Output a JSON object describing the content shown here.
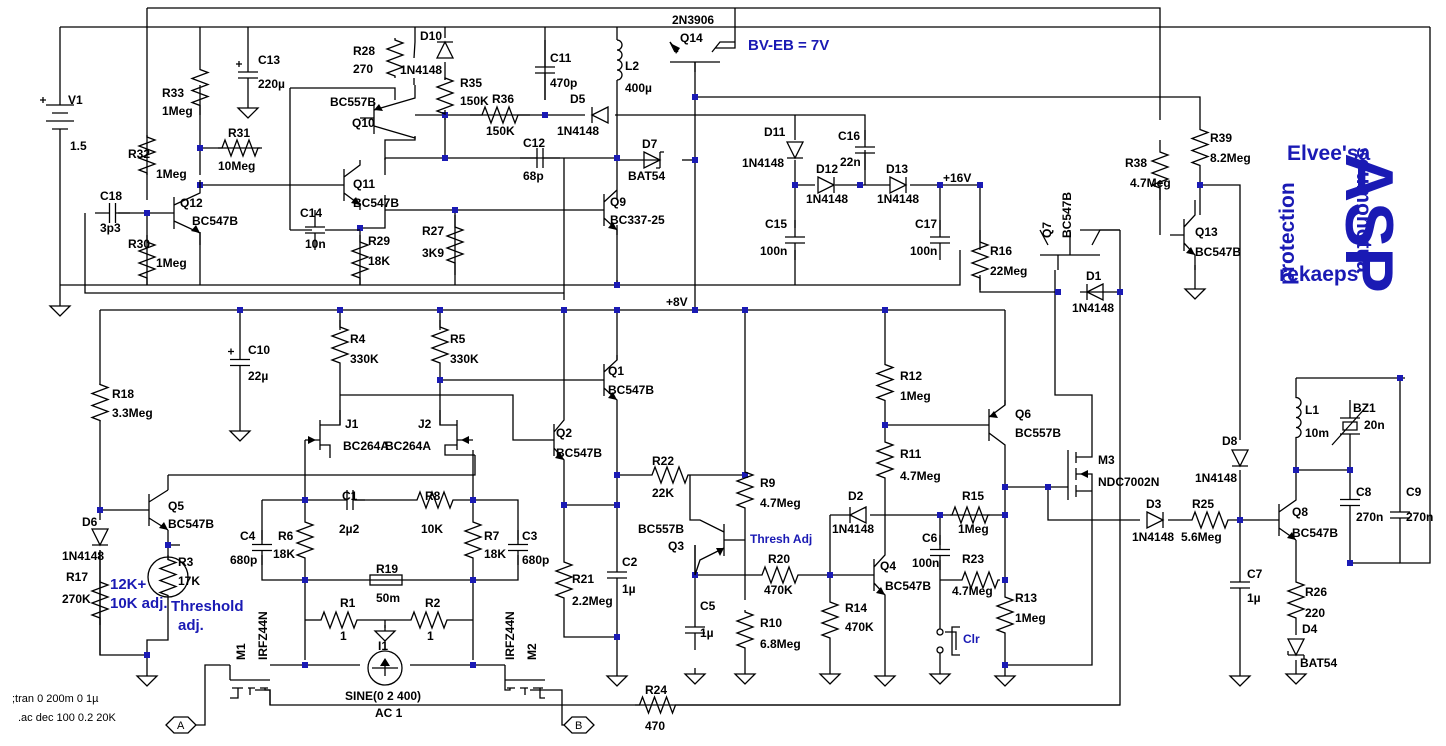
{
  "nodes": {
    "v16": "+16V",
    "v8": "+8V"
  },
  "annotations": {
    "bv": "BV-EB = 7V",
    "thresh": "Thresh Adj",
    "r3note1": "12K+",
    "r3note2": "10K adj.",
    "threshold1": "Threshold",
    "threshold2": "adj.",
    "tran": ";tran 0 200m 0 1µ",
    "ac": ".ac dec 100 0.2 20K",
    "clr": "Clr",
    "portA": "A",
    "portB": "B",
    "logo_top": "Elvee'sa",
    "logo_big": "ASP",
    "logo_left": "protection",
    "logo_bottom": "rekaeps",
    "logo_right": "soumonotua"
  },
  "components": [
    {
      "id": "V1",
      "ref": "V1",
      "value": "1.5"
    },
    {
      "id": "C13",
      "ref": "C13",
      "value": "220µ"
    },
    {
      "id": "R33",
      "ref": "R33",
      "value": "1Meg"
    },
    {
      "id": "R28",
      "ref": "R28",
      "value": "270"
    },
    {
      "id": "D10",
      "ref": "D10",
      "value": "1N4148"
    },
    {
      "id": "R35",
      "ref": "R35",
      "value": "150K"
    },
    {
      "id": "C11",
      "ref": "C11",
      "value": "470p"
    },
    {
      "id": "L2",
      "ref": "L2",
      "value": "400µ"
    },
    {
      "id": "Q14",
      "ref": "Q14",
      "value": "2N3906"
    },
    {
      "id": "Q10",
      "ref": "Q10",
      "value": "BC557B"
    },
    {
      "id": "R36",
      "ref": "R36",
      "value": "150K"
    },
    {
      "id": "D5",
      "ref": "D5",
      "value": "1N4148"
    },
    {
      "id": "R31",
      "ref": "R31",
      "value": "10Meg"
    },
    {
      "id": "R32",
      "ref": "R32",
      "value": "1Meg"
    },
    {
      "id": "C12",
      "ref": "C12",
      "value": "68p"
    },
    {
      "id": "D7",
      "ref": "D7",
      "value": "BAT54"
    },
    {
      "id": "Q11",
      "ref": "Q11",
      "value": "BC547B"
    },
    {
      "id": "Q12",
      "ref": "Q12",
      "value": "BC547B"
    },
    {
      "id": "C18",
      "ref": "C18",
      "value": "3p3"
    },
    {
      "id": "C14",
      "ref": "C14",
      "value": "10n"
    },
    {
      "id": "R29",
      "ref": "R29",
      "value": "18K"
    },
    {
      "id": "R27",
      "ref": "R27",
      "value": "3K9"
    },
    {
      "id": "Q9",
      "ref": "Q9",
      "value": "BC337-25"
    },
    {
      "id": "R30",
      "ref": "R30",
      "value": "1Meg"
    },
    {
      "id": "D11",
      "ref": "D11",
      "value": "1N4148"
    },
    {
      "id": "C16",
      "ref": "C16",
      "value": "22n"
    },
    {
      "id": "D12",
      "ref": "D12",
      "value": "1N4148"
    },
    {
      "id": "D13",
      "ref": "D13",
      "value": "1N4148"
    },
    {
      "id": "C15",
      "ref": "C15",
      "value": "100n"
    },
    {
      "id": "C17",
      "ref": "C17",
      "value": "100n"
    },
    {
      "id": "R16",
      "ref": "R16",
      "value": "22Meg"
    },
    {
      "id": "Q7",
      "ref": "Q7",
      "value": "BC547B"
    },
    {
      "id": "D1",
      "ref": "D1",
      "value": "1N4148"
    },
    {
      "id": "R38",
      "ref": "R38",
      "value": "4.7Meg"
    },
    {
      "id": "R39",
      "ref": "R39",
      "value": "8.2Meg"
    },
    {
      "id": "Q13",
      "ref": "Q13",
      "value": "BC547B"
    },
    {
      "id": "C10",
      "ref": "C10",
      "value": "22µ"
    },
    {
      "id": "R4",
      "ref": "R4",
      "value": "330K"
    },
    {
      "id": "R5",
      "ref": "R5",
      "value": "330K"
    },
    {
      "id": "Q1",
      "ref": "Q1",
      "value": "BC547B"
    },
    {
      "id": "R18",
      "ref": "R18",
      "value": "3.3Meg"
    },
    {
      "id": "J1",
      "ref": "J1",
      "value": "BC264A"
    },
    {
      "id": "J2",
      "ref": "J2",
      "value": "BC264A"
    },
    {
      "id": "Q2",
      "ref": "Q2",
      "value": "BC547B"
    },
    {
      "id": "R12",
      "ref": "R12",
      "value": "1Meg"
    },
    {
      "id": "Q6",
      "ref": "Q6",
      "value": "BC557B"
    },
    {
      "id": "R11",
      "ref": "R11",
      "value": "4.7Meg"
    },
    {
      "id": "M3",
      "ref": "M3",
      "value": "NDC7002N"
    },
    {
      "id": "L1",
      "ref": "L1",
      "value": "10m"
    },
    {
      "id": "BZ1",
      "ref": "BZ1",
      "value": "20n"
    },
    {
      "id": "Q5",
      "ref": "Q5",
      "value": "BC547B"
    },
    {
      "id": "D6",
      "ref": "D6",
      "value": "1N4148"
    },
    {
      "id": "C1",
      "ref": "C1",
      "value": "2µ2"
    },
    {
      "id": "R8",
      "ref": "R8",
      "value": "10K"
    },
    {
      "id": "R9",
      "ref": "R9",
      "value": "4.7Meg"
    },
    {
      "id": "R22",
      "ref": "R22",
      "value": "22K"
    },
    {
      "id": "D2",
      "ref": "D2",
      "value": "1N4148"
    },
    {
      "id": "R15",
      "ref": "R15",
      "value": "1Meg"
    },
    {
      "id": "D8",
      "ref": "D8",
      "value": "1N4148"
    },
    {
      "id": "C4",
      "ref": "C4",
      "value": "680p"
    },
    {
      "id": "R6",
      "ref": "R6",
      "value": "18K"
    },
    {
      "id": "R7",
      "ref": "R7",
      "value": "18K"
    },
    {
      "id": "C3",
      "ref": "C3",
      "value": "680p"
    },
    {
      "id": "Q3",
      "ref": "Q3",
      "value": "BC557B"
    },
    {
      "id": "C6",
      "ref": "C6",
      "value": "100n"
    },
    {
      "id": "D3",
      "ref": "D3",
      "value": "1N4148"
    },
    {
      "id": "R25",
      "ref": "R25",
      "value": "5.6Meg"
    },
    {
      "id": "Q8",
      "ref": "Q8",
      "value": "BC547B"
    },
    {
      "id": "C8",
      "ref": "C8",
      "value": "270n"
    },
    {
      "id": "C9",
      "ref": "C9",
      "value": "270n"
    },
    {
      "id": "R17",
      "ref": "R17",
      "value": "270K"
    },
    {
      "id": "R3",
      "ref": "R3",
      "value": "17K"
    },
    {
      "id": "R19",
      "ref": "R19",
      "value": "50m"
    },
    {
      "id": "R21",
      "ref": "R21",
      "value": "2.2Meg"
    },
    {
      "id": "C2",
      "ref": "C2",
      "value": "1µ"
    },
    {
      "id": "R20",
      "ref": "R20",
      "value": "470K"
    },
    {
      "id": "Q4",
      "ref": "Q4",
      "value": "BC547B"
    },
    {
      "id": "R23",
      "ref": "R23",
      "value": "4.7Meg"
    },
    {
      "id": "R1",
      "ref": "R1",
      "value": "1"
    },
    {
      "id": "R2",
      "ref": "R2",
      "value": "1"
    },
    {
      "id": "C5",
      "ref": "C5",
      "value": "1µ"
    },
    {
      "id": "R14",
      "ref": "R14",
      "value": "470K"
    },
    {
      "id": "R13",
      "ref": "R13",
      "value": "1Meg"
    },
    {
      "id": "C7",
      "ref": "C7",
      "value": "1µ"
    },
    {
      "id": "R26",
      "ref": "R26",
      "value": "220"
    },
    {
      "id": "M1",
      "ref": "M1",
      "value": "IRFZ44N"
    },
    {
      "id": "M2",
      "ref": "M2",
      "value": "IRFZ44N"
    },
    {
      "id": "R10",
      "ref": "R10",
      "value": "6.8Meg"
    },
    {
      "id": "I1",
      "ref": "I1",
      "value": "SINE(0 2 400)",
      "value2": "AC 1"
    },
    {
      "id": "D4",
      "ref": "D4",
      "value": "BAT54"
    },
    {
      "id": "R24",
      "ref": "R24",
      "value": "470"
    }
  ]
}
